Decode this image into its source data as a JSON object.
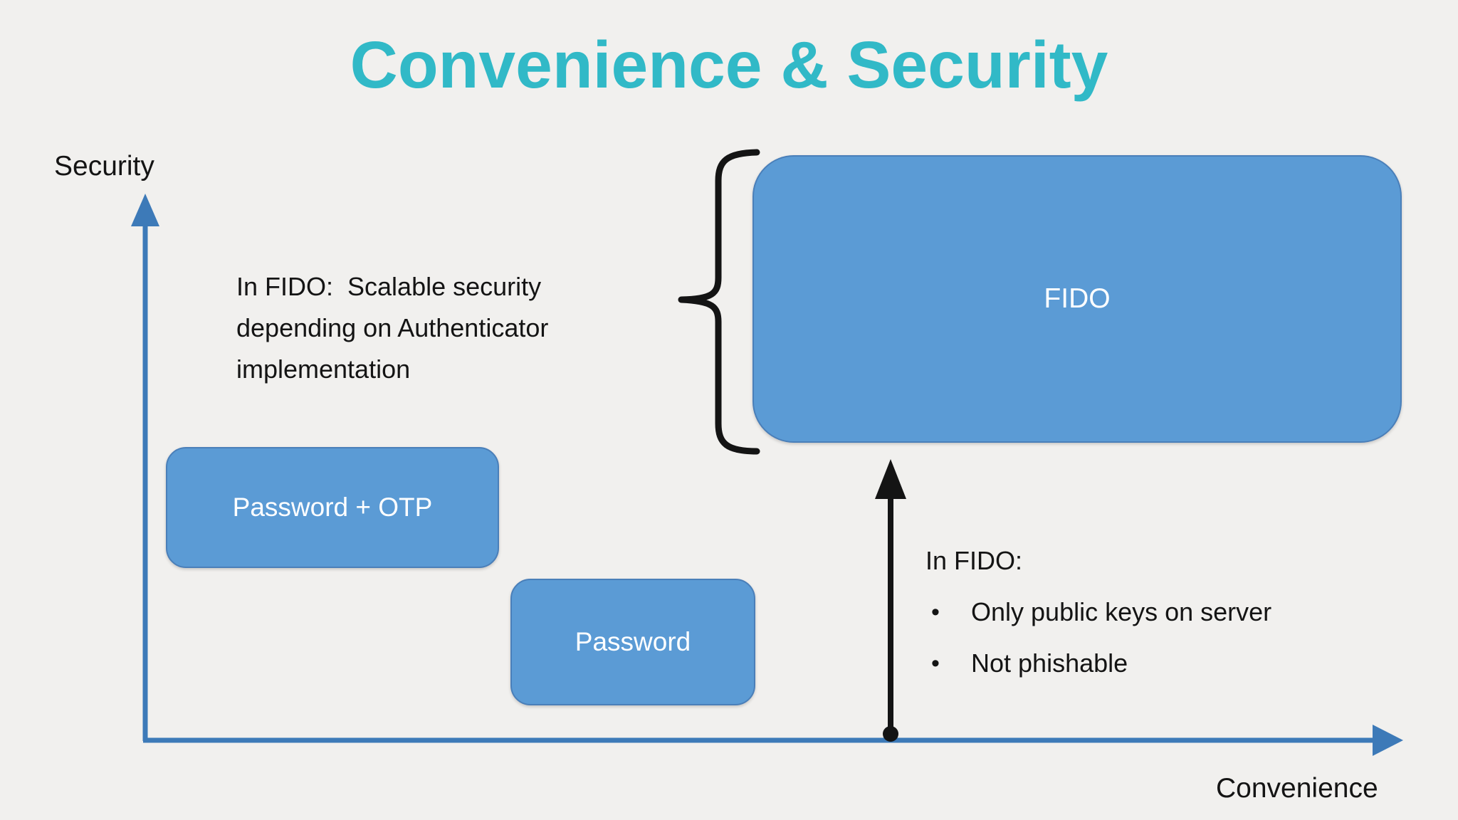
{
  "slide": {
    "title": "Convenience & Security",
    "colors": {
      "background": "#f1f0ee",
      "title": "#31b9c7",
      "box_fill": "#5b9bd5",
      "box_border": "#4a7fb9",
      "box_text": "#ffffff",
      "axis": "#3d7ab8",
      "ink": "#141414"
    }
  },
  "axes": {
    "y_label": "Security",
    "x_label": "Convenience"
  },
  "boxes": {
    "password_otp": {
      "label": "Password + OTP"
    },
    "password": {
      "label": "Password"
    },
    "fido": {
      "label": "FIDO"
    }
  },
  "annotations": {
    "scalable": {
      "text": "In FIDO:  Scalable security\ndepending on Authenticator\nimplementation"
    },
    "fido_benefits": {
      "heading": "In FIDO:",
      "bullet_glyph": "•",
      "bullets": [
        "Only public keys on server",
        "Not phishable"
      ]
    }
  }
}
